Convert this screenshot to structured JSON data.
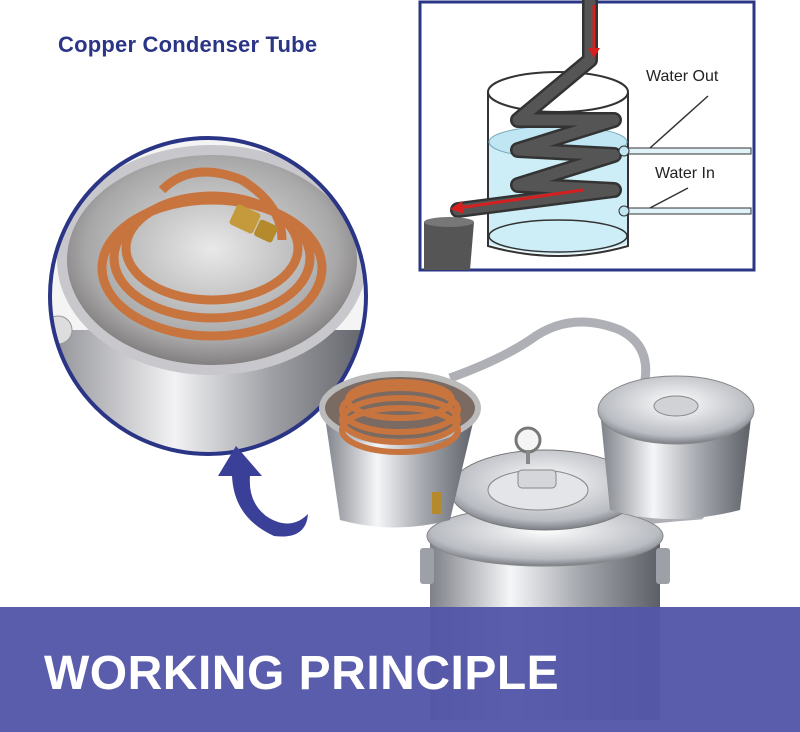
{
  "title": "Copper Condenser Tube",
  "diagram": {
    "water_out_label": "Water Out",
    "water_in_label": "Water In"
  },
  "banner": {
    "text": "WORKING PRINCIPLE"
  },
  "colors": {
    "title": "#2b3585",
    "banner_bg": "#5356a8",
    "arrow": "#3a3f98",
    "copper": "#c8743e",
    "steel": "#c9ccd3",
    "water": "#bfe6f2",
    "flow_arrow": "#d61f1f"
  },
  "icons": {
    "arrow": "curved-arrow-icon",
    "thermometer": "thermometer-icon"
  }
}
